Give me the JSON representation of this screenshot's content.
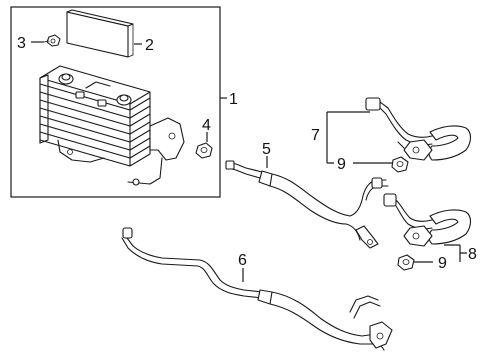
{
  "callouts": {
    "c1": "1",
    "c2": "2",
    "c3": "3",
    "c4": "4",
    "c5": "5",
    "c6": "6",
    "c7": "7",
    "c8": "8",
    "c9a": "9",
    "c9b": "9"
  },
  "colors": {
    "line": "#1a1a1a",
    "background": "#ffffff"
  }
}
